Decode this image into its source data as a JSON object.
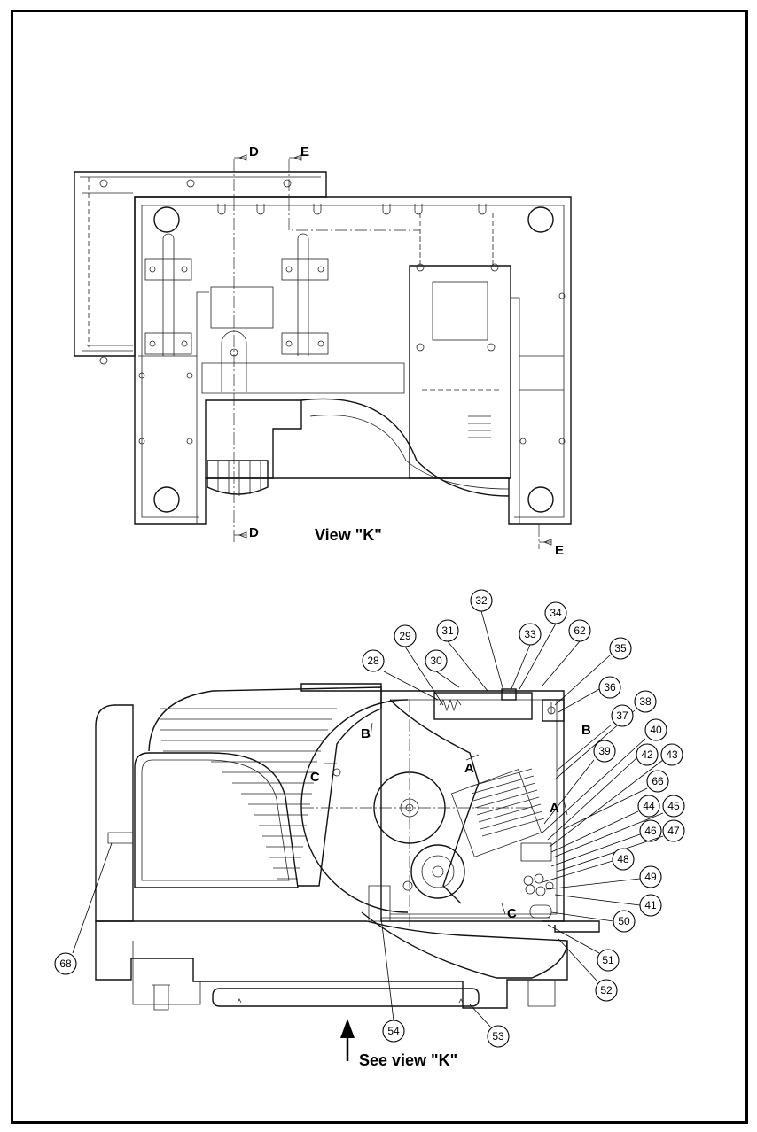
{
  "top_view": {
    "caption": "View \"K\"",
    "section_marks": [
      "D",
      "E",
      "D",
      "E"
    ]
  },
  "side_view": {
    "section_marks": [
      "B",
      "B",
      "A",
      "A",
      "C",
      "C"
    ],
    "callout": "See view \"K\"",
    "parts": [
      "32",
      "29",
      "31",
      "33",
      "34",
      "62",
      "28",
      "30",
      "35",
      "36",
      "38",
      "37",
      "40",
      "39",
      "42",
      "43",
      "66",
      "44",
      "45",
      "46",
      "47",
      "48",
      "49",
      "41",
      "50",
      "51",
      "52",
      "68",
      "54",
      "53"
    ]
  }
}
